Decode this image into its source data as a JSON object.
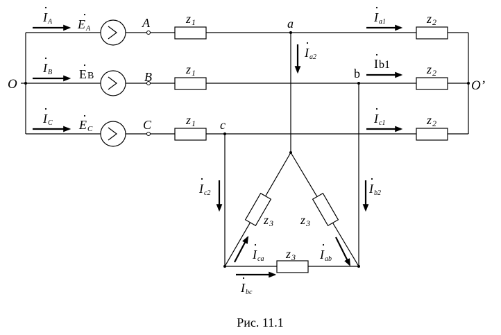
{
  "nodes": {
    "O": "O",
    "O_prime": "O’",
    "A": "A",
    "B": "B",
    "C": "C",
    "a": "a",
    "b": "b",
    "c": "c"
  },
  "sources": {
    "E_A": {
      "main": "E",
      "sub": "A"
    },
    "E_B": {
      "main": "E",
      "sub": "B"
    },
    "E_C": {
      "main": "E",
      "sub": "C"
    }
  },
  "currents": {
    "I_A": {
      "main": "I",
      "sub": "A"
    },
    "I_B": {
      "main": "I",
      "sub": "B"
    },
    "I_C": {
      "main": "I",
      "sub": "C"
    },
    "I_a1": {
      "main": "I",
      "sub": "a1"
    },
    "I_b1": {
      "main": "I",
      "sub": "b1"
    },
    "I_c1": {
      "main": "I",
      "sub": "c1"
    },
    "I_a2": {
      "main": "I",
      "sub": "a2"
    },
    "I_b2": {
      "main": "I",
      "sub": "b2"
    },
    "I_c2": {
      "main": "I",
      "sub": "c2"
    },
    "I_ca": {
      "main": "I",
      "sub": "ca"
    },
    "I_ab": {
      "main": "I",
      "sub": "ab"
    },
    "I_bc": {
      "main": "I",
      "sub": "bc"
    }
  },
  "impedances": {
    "z1": {
      "main": "z",
      "sub": "1"
    },
    "z2": {
      "main": "z",
      "sub": "2"
    },
    "z3": {
      "main": "z",
      "sub": "3"
    }
  },
  "caption": "Рис. 11.1"
}
